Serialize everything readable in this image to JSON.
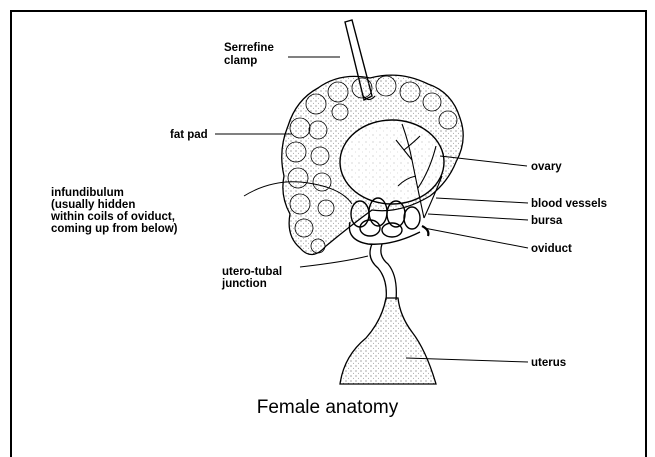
{
  "labels": {
    "serrefine_1": "Serrefine",
    "serrefine_2": "clamp",
    "fat_pad": "fat pad",
    "infundibulum_1": "infundibulum",
    "infundibulum_2": "(usually hidden",
    "infundibulum_3": "within coils of oviduct,",
    "infundibulum_4": "coming up from below)",
    "utero_1": "utero-tubal",
    "utero_2": "junction",
    "ovary": "ovary",
    "blood_vessels": "blood vessels",
    "bursa": "bursa",
    "oviduct": "oviduct",
    "uterus": "uterus"
  },
  "caption": "Female anatomy"
}
